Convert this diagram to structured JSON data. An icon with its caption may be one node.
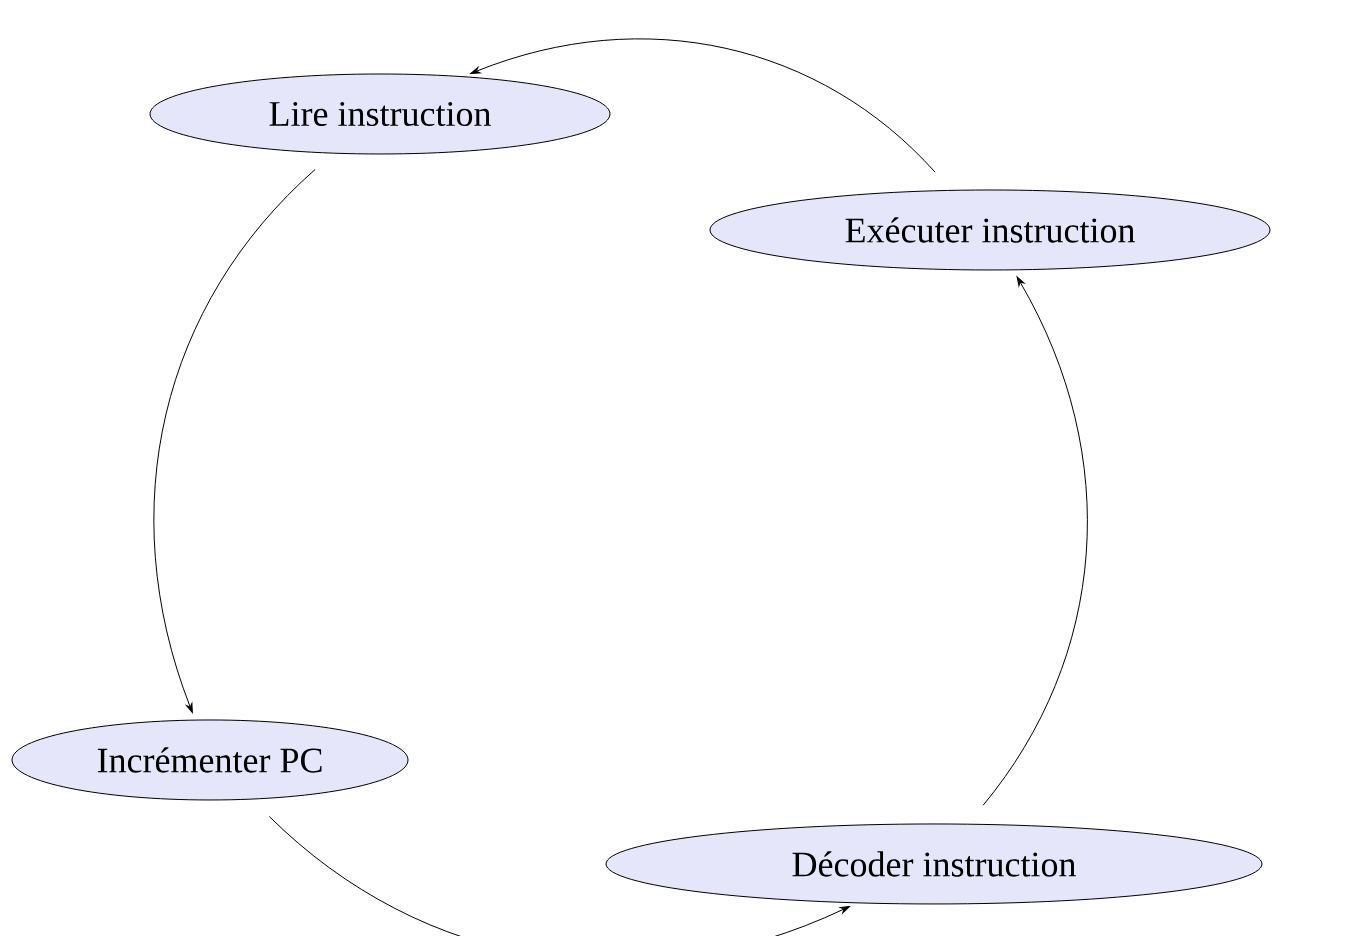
{
  "diagram": {
    "nodes": [
      {
        "text": [
          "Lire instruction"
        ]
      },
      {
        "text": [
          "Exécuter instruction"
        ]
      },
      {
        "text": [
          "Décoder instruction"
        ]
      },
      {
        "text": [
          "Incrémenter PC"
        ]
      }
    ],
    "edges": [
      {
        "from": 1,
        "to": 0,
        "arrow": "to"
      },
      {
        "from": 0,
        "to": 3,
        "arrow": "to"
      },
      {
        "from": 3,
        "to": 2,
        "arrow": "to"
      },
      {
        "from": 2,
        "to": 1,
        "arrow": "to"
      }
    ]
  }
}
